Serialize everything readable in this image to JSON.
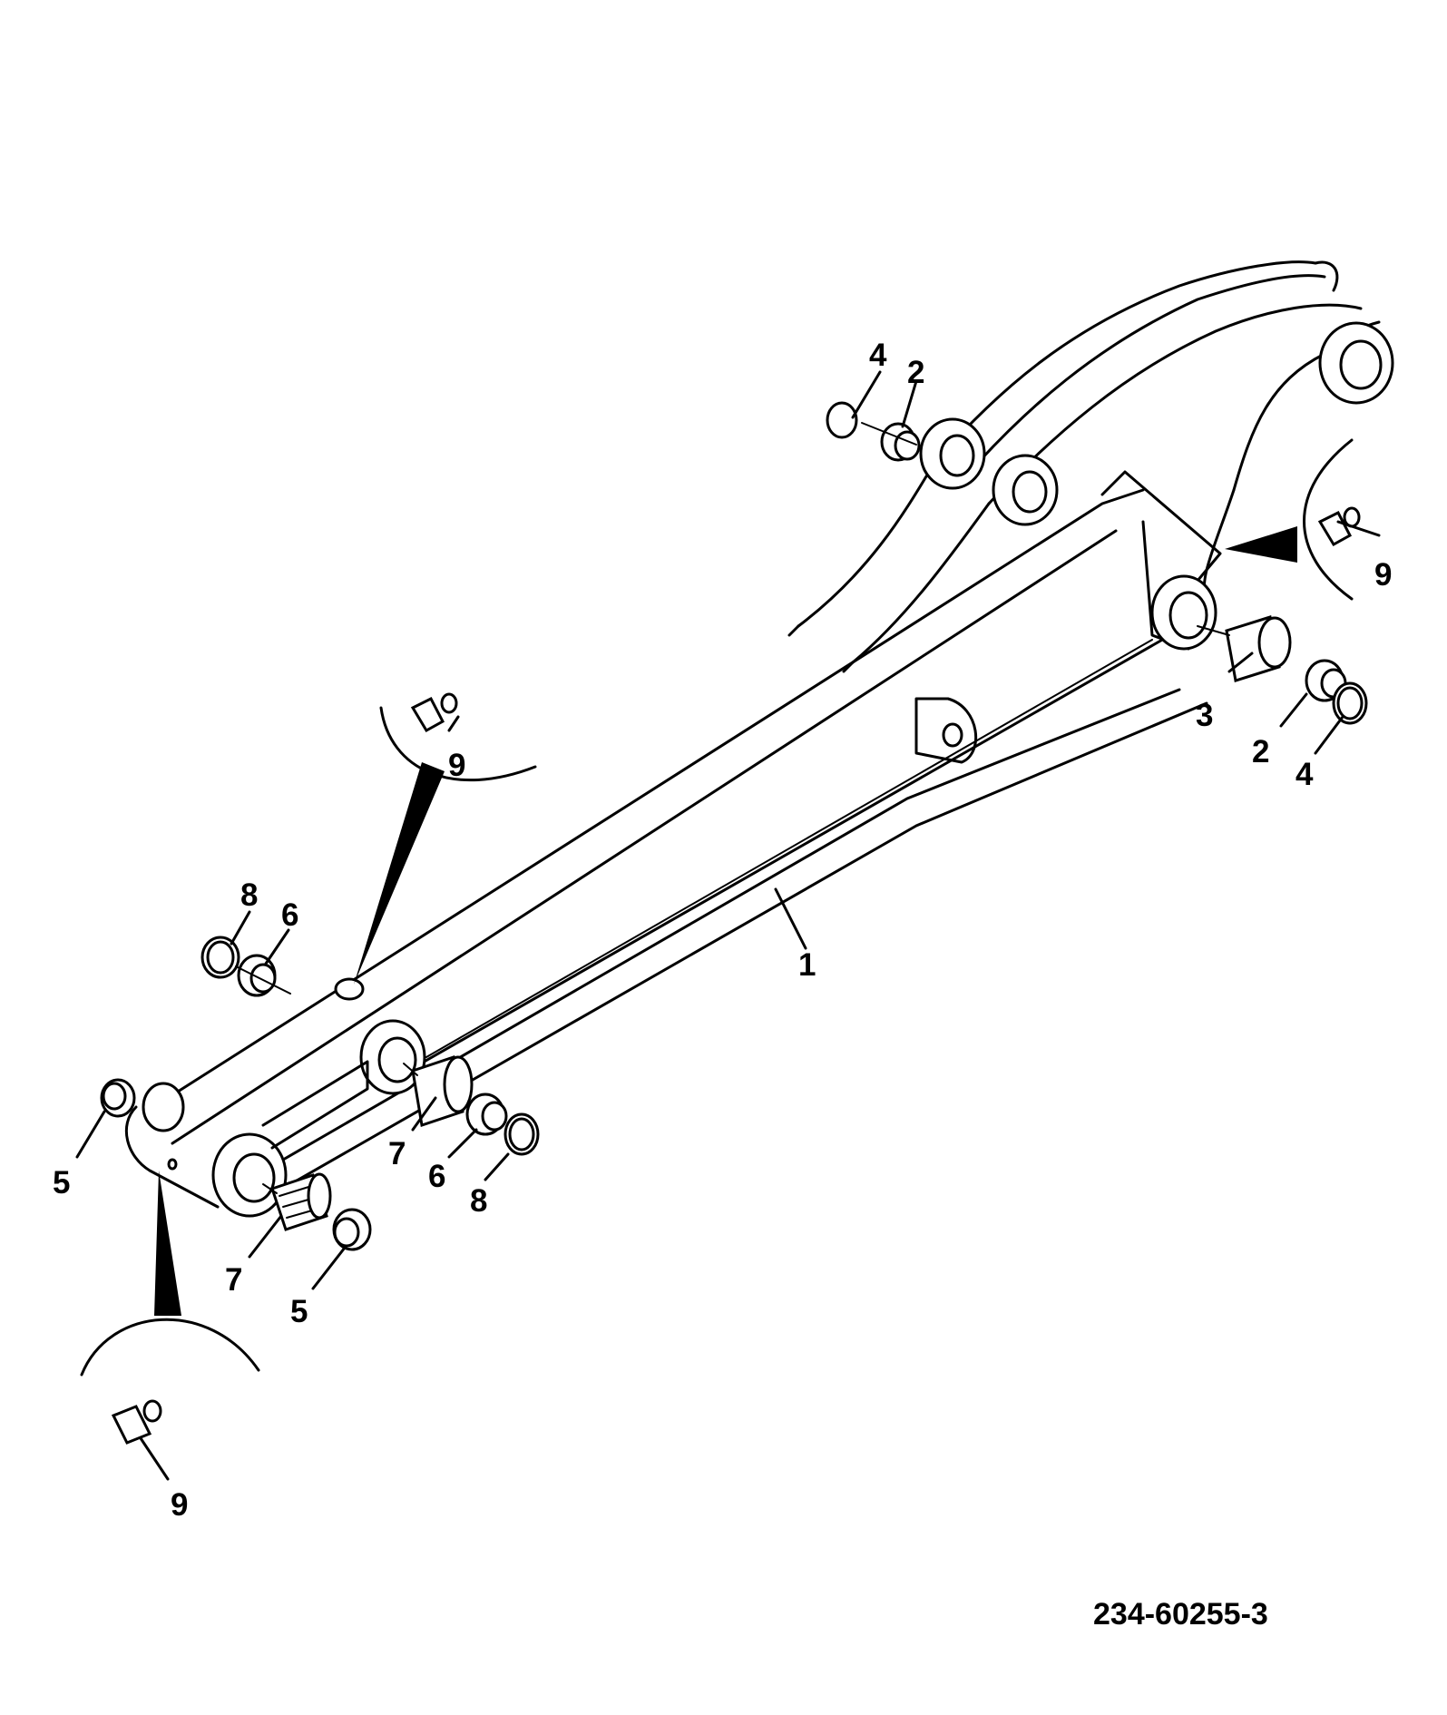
{
  "drawing_reference": "234-60255-3",
  "callouts": [
    {
      "label": "4"
    },
    {
      "label": "2"
    },
    {
      "label": "9"
    },
    {
      "label": "3"
    },
    {
      "label": "2"
    },
    {
      "label": "4"
    },
    {
      "label": "9"
    },
    {
      "label": "8"
    },
    {
      "label": "6"
    },
    {
      "label": "1"
    },
    {
      "label": "5"
    },
    {
      "label": "7"
    },
    {
      "label": "6"
    },
    {
      "label": "8"
    },
    {
      "label": "7"
    },
    {
      "label": "5"
    },
    {
      "label": "9"
    }
  ]
}
